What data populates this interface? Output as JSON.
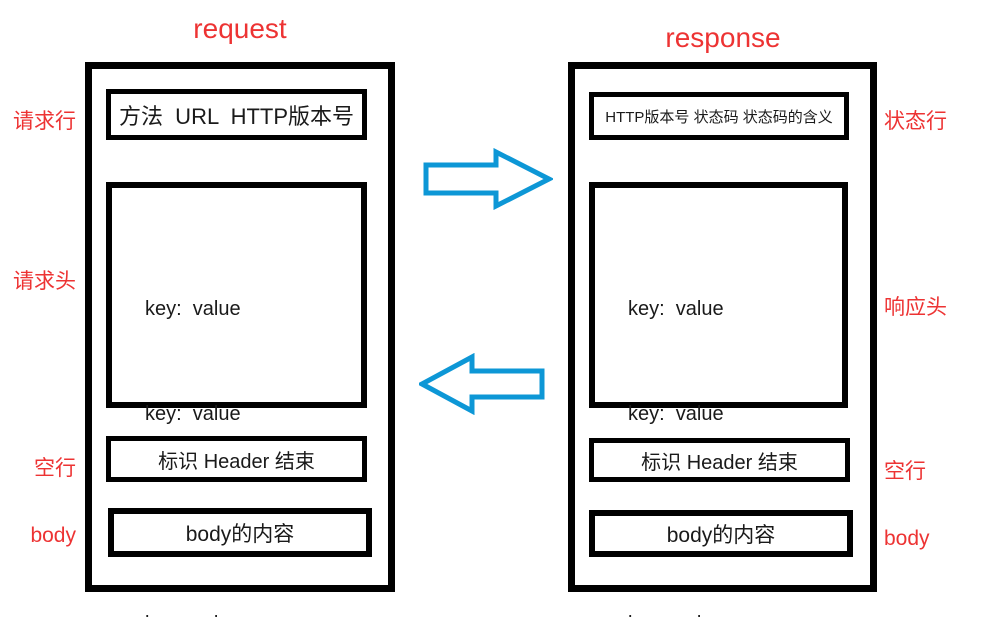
{
  "colors": {
    "red": "#ed3333",
    "blue": "#0d97d6",
    "black": "#000000"
  },
  "request": {
    "title": "request",
    "request_line": "方法  URL  HTTP版本号",
    "headers_lines": [
      "key:  value",
      "key:  value",
      "......",
      "key:  value"
    ],
    "header_end": "标识 Header 结束",
    "body": "body的内容",
    "labels": {
      "line": "请求行",
      "headers": "请求头",
      "blank": "空行",
      "body": "body"
    }
  },
  "response": {
    "title": "response",
    "status_line": "HTTP版本号 状态码 状态码的含义",
    "headers_lines": [
      "key:  value",
      "key:  value",
      "......",
      "key:  value"
    ],
    "header_end": "标识 Header 结束",
    "body": "body的内容",
    "labels": {
      "line": "状态行",
      "headers": "响应头",
      "blank": "空行",
      "body": "body"
    }
  },
  "arrows": {
    "right": "request-direction-arrow",
    "left": "response-direction-arrow"
  }
}
